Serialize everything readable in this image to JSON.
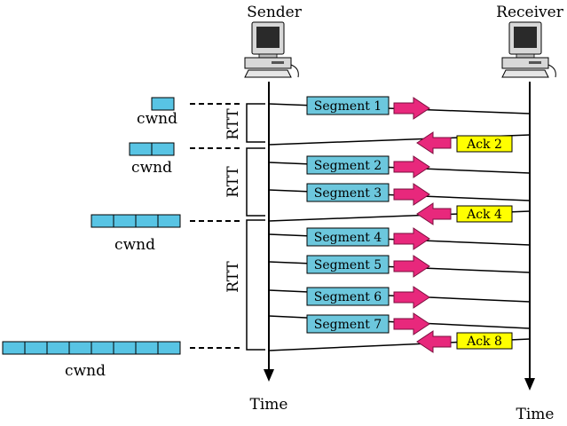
{
  "hosts": {
    "sender_label": "Sender",
    "receiver_label": "Receiver",
    "sender_time_label": "Time",
    "receiver_time_label": "Time"
  },
  "cwnd_label": "cwnd",
  "rtt_label": "RTT",
  "cwnd_windows": [
    1,
    2,
    4,
    8
  ],
  "segments": [
    {
      "label": "Segment 1"
    },
    {
      "label": "Segment 2"
    },
    {
      "label": "Segment 3"
    },
    {
      "label": "Segment 4"
    },
    {
      "label": "Segment 5"
    },
    {
      "label": "Segment 6"
    },
    {
      "label": "Segment 7"
    }
  ],
  "acks": [
    {
      "label": "Ack 2"
    },
    {
      "label": "Ack 4"
    },
    {
      "label": "Ack 8"
    }
  ],
  "colors": {
    "segment_fill": "#6cc7dd",
    "ack_fill": "#ffff00",
    "arrow_fill": "#e8287c",
    "cwnd_fill": "#58c4e4"
  }
}
